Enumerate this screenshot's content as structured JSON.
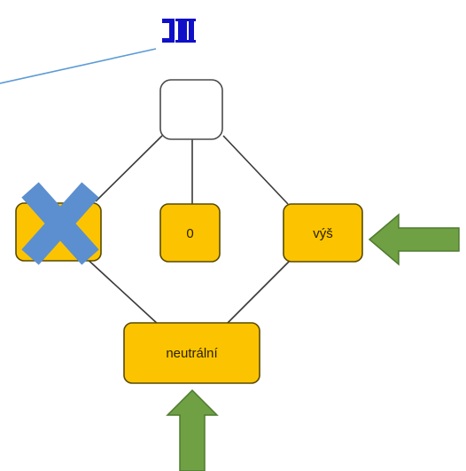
{
  "diagram": {
    "nodes": [
      {
        "id": "top",
        "label": "",
        "style": "white"
      },
      {
        "id": "left",
        "label": "",
        "style": "yellow",
        "crossed_out": true
      },
      {
        "id": "middle",
        "label": "0",
        "style": "yellow"
      },
      {
        "id": "right",
        "label": "výš",
        "style": "yellow"
      },
      {
        "id": "bottom",
        "label": "neutrální",
        "style": "yellow"
      }
    ],
    "edges": [
      {
        "from": "top",
        "to": "left"
      },
      {
        "from": "top",
        "to": "middle"
      },
      {
        "from": "top",
        "to": "right"
      },
      {
        "from": "left",
        "to": "bottom"
      },
      {
        "from": "right",
        "to": "bottom"
      }
    ],
    "annotations": {
      "callout_icon": "bracket-symbol-icon",
      "cross_mark": "x-mark-icon",
      "arrows": [
        {
          "points_to": "right",
          "direction": "left"
        },
        {
          "points_to": "bottom",
          "direction": "up"
        }
      ]
    }
  },
  "colors": {
    "node_fill": "#fcc400",
    "node_stroke": "#5a4a00",
    "top_fill": "#ffffff",
    "edge": "#3a3a3a",
    "cross": "#5b8fd0",
    "arrow": "#6fa043",
    "arrow_stroke": "#4f7a30",
    "callout_line": "#5b9bd5",
    "callout_icon": "#1010c8"
  }
}
